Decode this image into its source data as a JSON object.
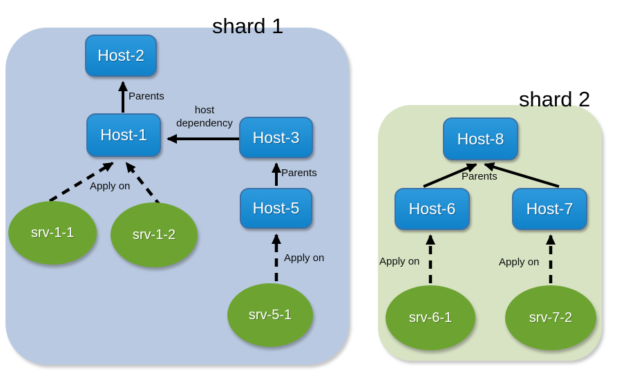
{
  "shard1": {
    "title": "shard 1",
    "hosts": {
      "host2": "Host-2",
      "host1": "Host-1",
      "host3": "Host-3",
      "host5": "Host-5"
    },
    "services": {
      "srv11": "srv-1-1",
      "srv12": "srv-1-2",
      "srv51": "srv-5-1"
    },
    "edge_labels": {
      "host1_host2": "Parents",
      "host3_host1": "host dependency",
      "host5_host3": "Parents",
      "srv1_apply": "Apply on",
      "srv5_apply": "Apply on"
    }
  },
  "shard2": {
    "title": "shard 2",
    "hosts": {
      "host8": "Host-8",
      "host6": "Host-6",
      "host7": "Host-7"
    },
    "services": {
      "srv61": "srv-6-1",
      "srv72": "srv-7-2"
    },
    "edge_labels": {
      "hosts_host8": "Parents",
      "srv6_apply": "Apply on",
      "srv7_apply": "Apply on"
    }
  },
  "edges": [
    {
      "from": "Host-1",
      "to": "Host-2",
      "style": "solid",
      "label": "Parents"
    },
    {
      "from": "Host-3",
      "to": "Host-1",
      "style": "solid",
      "label": "host dependency"
    },
    {
      "from": "Host-5",
      "to": "Host-3",
      "style": "solid",
      "label": "Parents"
    },
    {
      "from": "srv-1-1",
      "to": "Host-1",
      "style": "dashed",
      "label": "Apply on"
    },
    {
      "from": "srv-1-2",
      "to": "Host-1",
      "style": "dashed",
      "label": "Apply on"
    },
    {
      "from": "srv-5-1",
      "to": "Host-5",
      "style": "dashed",
      "label": "Apply on"
    },
    {
      "from": "Host-6",
      "to": "Host-8",
      "style": "solid",
      "label": "Parents"
    },
    {
      "from": "Host-7",
      "to": "Host-8",
      "style": "solid",
      "label": "Parents"
    },
    {
      "from": "srv-6-1",
      "to": "Host-6",
      "style": "dashed",
      "label": "Apply on"
    },
    {
      "from": "srv-7-2",
      "to": "Host-7",
      "style": "dashed",
      "label": "Apply on"
    }
  ],
  "colors": {
    "shard1_bg": "#b9c9e1",
    "shard2_bg": "#d8e3c3",
    "host_fill": "#1587d0",
    "host_border": "#3c71a8",
    "service_fill": "#6da431",
    "arrow": "#000000",
    "text_on_node": "#ffffff",
    "label_text": "#0a0a0a"
  }
}
